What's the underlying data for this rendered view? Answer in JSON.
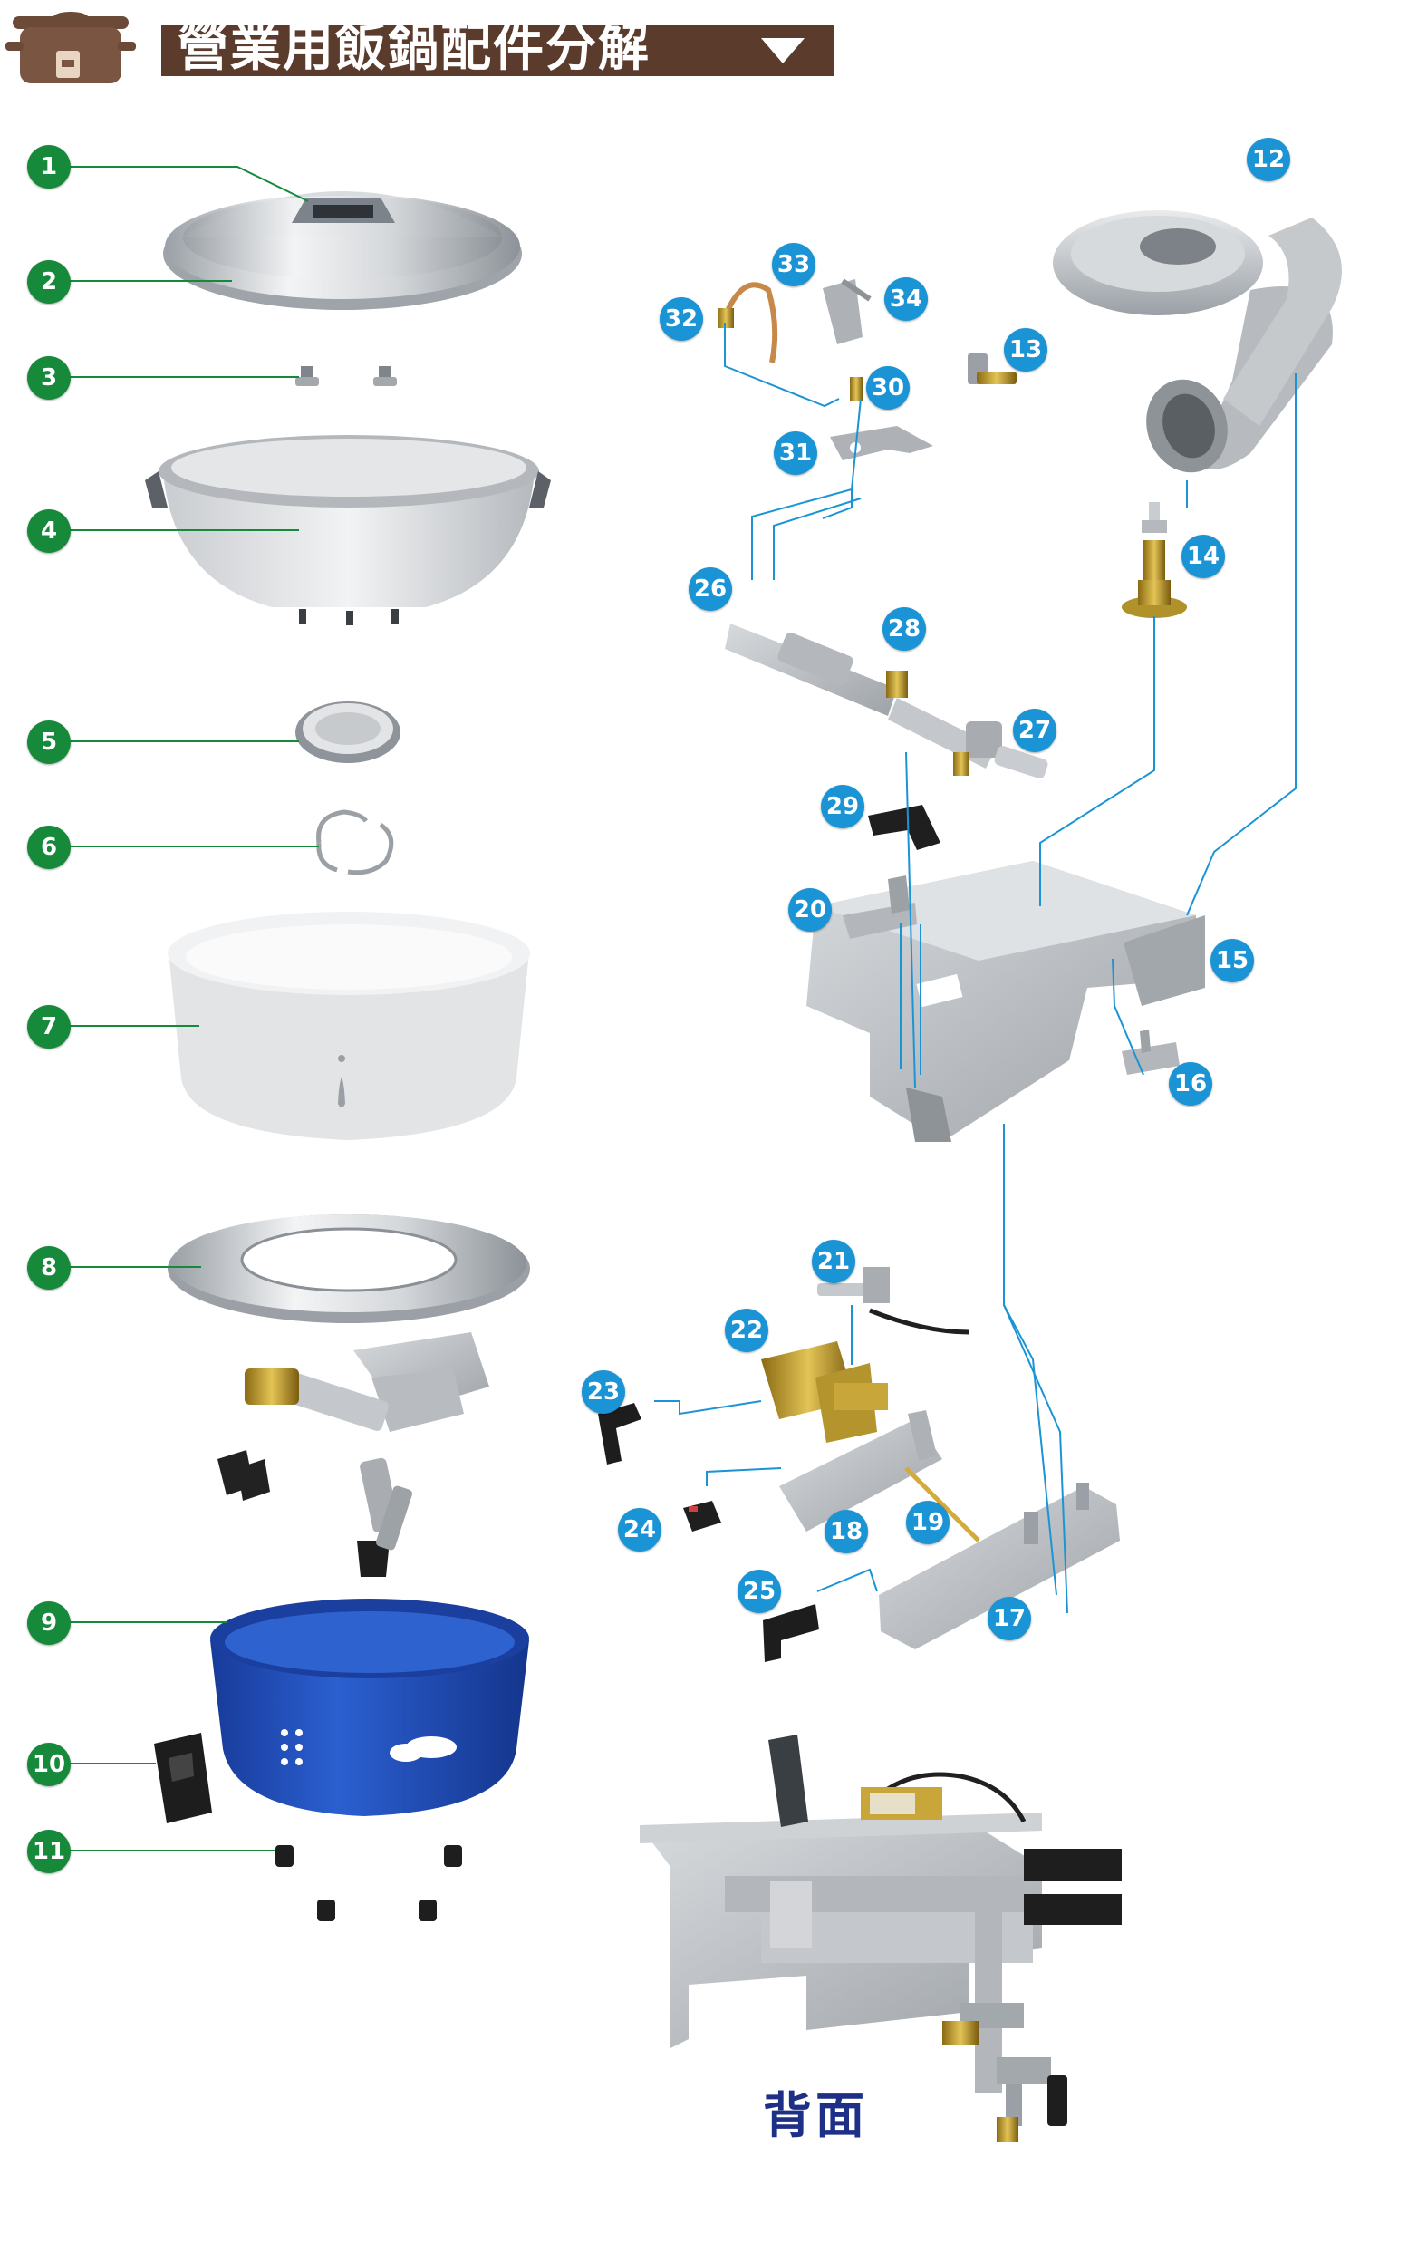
{
  "header": {
    "title": "營業用飯鍋配件分解",
    "logo_icon": "rice-cooker-icon",
    "dropdown_icon": "triangle-down-icon",
    "bar_color": "#5a3b2c"
  },
  "callouts_left": [
    "1",
    "2",
    "3",
    "4",
    "5",
    "6",
    "7",
    "8",
    "9",
    "10",
    "11"
  ],
  "callouts_right": [
    "12",
    "13",
    "14",
    "15",
    "16",
    "17",
    "18",
    "19",
    "20",
    "21",
    "22",
    "23",
    "24",
    "25",
    "26",
    "27",
    "28",
    "29",
    "30",
    "31",
    "32",
    "33",
    "34"
  ],
  "colors": {
    "left_callout": "#168a3a",
    "right_callout": "#1b94d6",
    "leader_left": "#168a3a",
    "leader_right": "#1b94d6",
    "back_label": "#1d2f87",
    "enclosure_blue": "#1e48b0"
  },
  "back_view": {
    "label": "背面"
  }
}
